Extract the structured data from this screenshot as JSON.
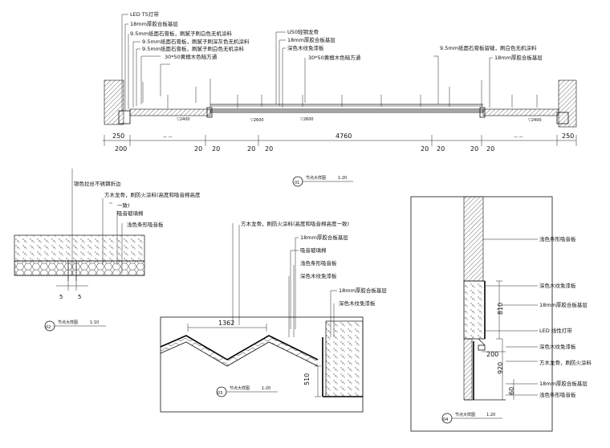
{
  "top_section": {
    "labels": [
      "LED T5灯带",
      "18mm厚胶合板基层",
      "9.5mm纸面石膏板，刷腻子刷白色无机涂料",
      "9.5mm纸面石膏板，刷腻子刷深灰色无机涂料",
      "9.5mm纸面石膏板，刷腻子刷白色无机涂料",
      "30*50黄檀木色暗方通",
      "U50轻钢龙骨",
      "18mm厚胶合板基层",
      "深色木纹免漆板",
      "30*50黄檀木色暗方通",
      "9.5mm纸面石膏板留缝，刷白色无机涂料",
      "18mm厚胶合板基层"
    ],
    "dims": {
      "left": "250",
      "middle": "4760",
      "right": "250",
      "under": "200",
      "gap_a1": "20",
      "gap_a2": "20",
      "gap_b1": "20",
      "gap_b2": "20",
      "gap_c1": "20",
      "gap_c2": "20",
      "gap_d1": "20",
      "gap_d2": "20",
      "dash": "— —"
    },
    "elev_tags": [
      "▽2400",
      "▽2600",
      "▽2600",
      "▽2400"
    ]
  },
  "detail_01": {
    "number": "01",
    "title": "节点大样图",
    "scale": "1:20"
  },
  "detail_02": {
    "number": "02",
    "title": "节点大样图",
    "scale": "1:10",
    "labels": [
      "银色拉丝不锈钢折边",
      "方木龙骨，刷防火涂料(高度和吸音棉高度",
      "一致)",
      "吸音玻璃棉",
      "浅色条形吸音板"
    ],
    "dims": [
      "5",
      "5"
    ]
  },
  "detail_03": {
    "number": "03",
    "title": "节点大样图",
    "scale": "1:20",
    "labels": [
      "方木龙骨，刷防火涂料(高度和吸音棉高度一致)",
      "18mm厚胶合板基层",
      "吸音玻璃棉",
      "浅色条形吸音板",
      "深色木纹免漆板",
      "18mm厚胶合板基层",
      "深色木纹免漆板"
    ],
    "dims": {
      "width": "1362",
      "height": "510"
    }
  },
  "detail_04": {
    "number": "04",
    "title": "节点大样图",
    "scale": "1:20",
    "labels": [
      "浅色条形吸音板",
      "深色木纹免漆板",
      "18mm厚胶合板基层",
      "LED 线性灯带",
      "深色木纹免漆板",
      "方木龙骨，刷防火涂料",
      "18mm厚胶合板基层",
      "浅色条形吸音板"
    ],
    "dims": {
      "a": "810",
      "b": "200",
      "c": "920",
      "d": "60"
    }
  }
}
